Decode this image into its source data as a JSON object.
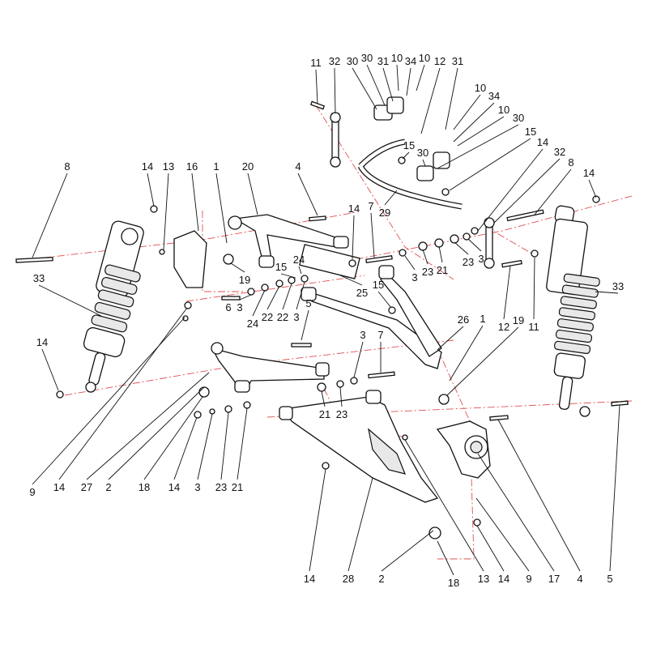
{
  "diagram": {
    "title": "Front suspension exploded view",
    "callouts": [
      "11",
      "32",
      "30",
      "30",
      "31",
      "10",
      "34",
      "10",
      "12",
      "31",
      "10",
      "34",
      "10",
      "30",
      "15",
      "15",
      "30",
      "14",
      "32",
      "8",
      "14",
      "8",
      "14",
      "13",
      "16",
      "1",
      "20",
      "4",
      "14",
      "7",
      "29",
      "33",
      "15",
      "24",
      "19",
      "25",
      "3",
      "23",
      "21",
      "23",
      "3",
      "6",
      "3",
      "24",
      "22",
      "22",
      "3",
      "5",
      "15",
      "12",
      "19",
      "11",
      "33",
      "26",
      "1",
      "14",
      "3",
      "7",
      "21",
      "23",
      "9",
      "14",
      "27",
      "2",
      "18",
      "14",
      "3",
      "23",
      "21",
      "14",
      "28",
      "2",
      "18",
      "13",
      "14",
      "9",
      "17",
      "4",
      "5"
    ],
    "colors": {
      "line": "#111111",
      "centerline": "#e05050"
    }
  }
}
